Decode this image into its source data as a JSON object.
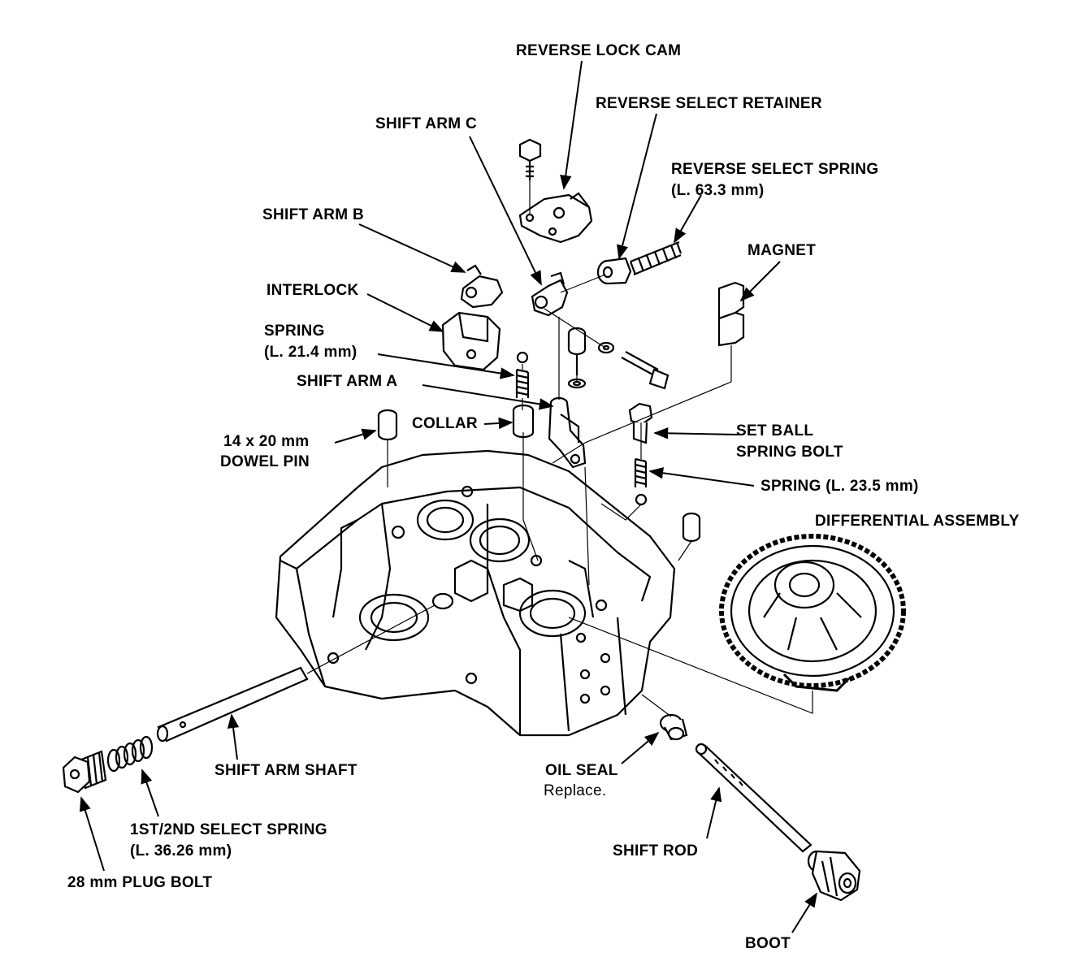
{
  "labels": {
    "reverse_lock_cam": "REVERSE LOCK CAM",
    "reverse_select_retainer": "REVERSE SELECT RETAINER",
    "shift_arm_c": "SHIFT ARM C",
    "reverse_select_spring": "REVERSE SELECT SPRING",
    "reverse_select_spring_len": "(L. 63.3 mm)",
    "shift_arm_b": "SHIFT ARM B",
    "magnet": "MAGNET",
    "interlock": "INTERLOCK",
    "spring": "SPRING",
    "spring_len": "(L. 21.4 mm)",
    "shift_arm_a": "SHIFT ARM A",
    "collar": "COLLAR",
    "set_ball_1": "SET BALL",
    "set_ball_2": "SPRING BOLT",
    "dowel_1": "14 x 20 mm",
    "dowel_2": "DOWEL PIN",
    "spring_235": "SPRING (L. 23.5 mm)",
    "differential_assembly": "DIFFERENTIAL ASSEMBLY",
    "shift_arm_shaft": "SHIFT ARM SHAFT",
    "oil_seal": "OIL SEAL",
    "oil_seal_note": "Replace.",
    "select_spring_1": "1ST/2ND SELECT SPRING",
    "select_spring_2": "(L. 36.26 mm)",
    "shift_rod": "SHIFT ROD",
    "plug_bolt": "28 mm PLUG BOLT",
    "boot": "BOOT"
  }
}
